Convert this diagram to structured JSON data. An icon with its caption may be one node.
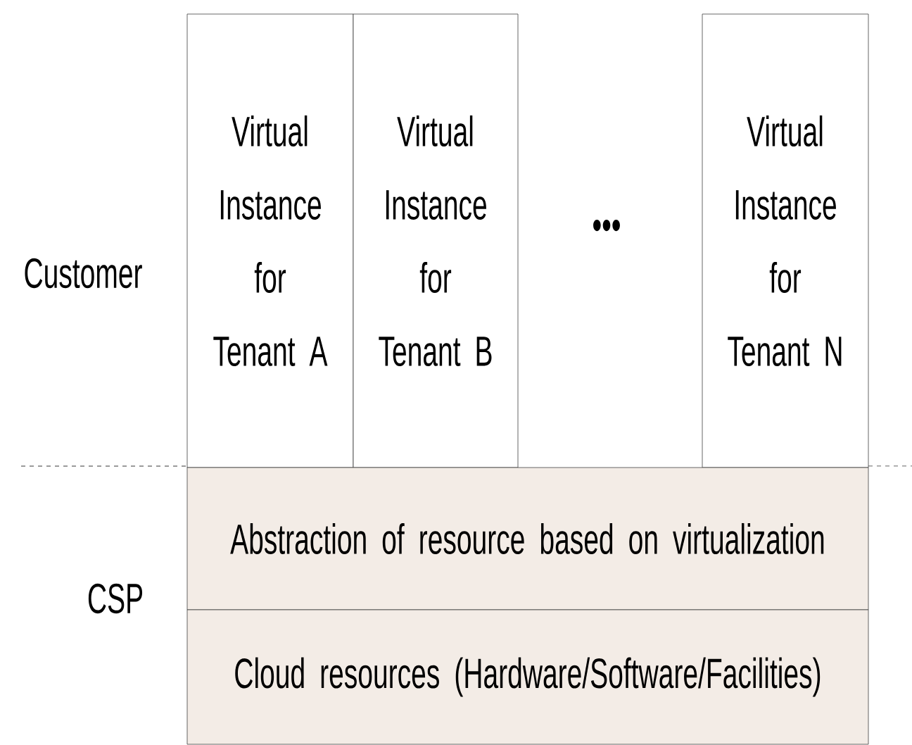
{
  "diagram": {
    "nodes": [
      {
        "text": [
          "Virtual Instance for Tenant A"
        ]
      },
      {
        "text": [
          "Virtual Instance for Tenant B"
        ]
      },
      {
        "text": [
          "Virtual Instance for Tenant N"
        ]
      },
      {
        "text": [
          "Abstraction of resource based on virtualization"
        ]
      },
      {
        "text": [
          "Cloud resources (Hardware/Software/Facilities)"
        ]
      }
    ],
    "edges": [],
    "labels": [
      "Customer",
      "•••",
      "CSP"
    ]
  }
}
